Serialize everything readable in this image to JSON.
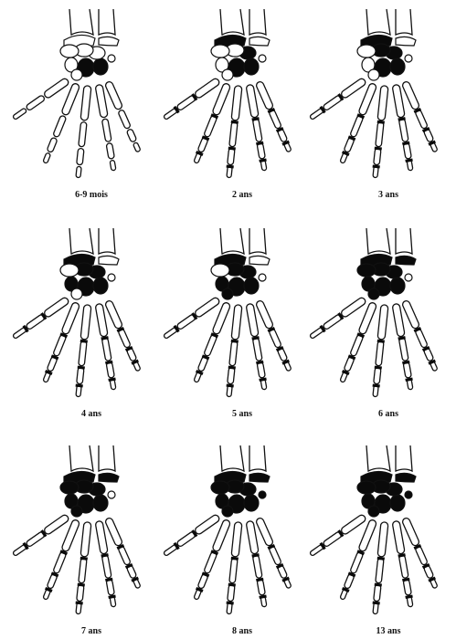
{
  "figure": {
    "panels": [
      {
        "label": "6-9 mois",
        "carpals_ossified": 2
      },
      {
        "label": "2 ans",
        "carpals_ossified": 3
      },
      {
        "label": "3 ans",
        "carpals_ossified": 4
      },
      {
        "label": "4 ans",
        "carpals_ossified": 5
      },
      {
        "label": "5 ans",
        "carpals_ossified": 6
      },
      {
        "label": "6 ans",
        "carpals_ossified": 7
      },
      {
        "label": "7 ans",
        "carpals_ossified": 7
      },
      {
        "label": "8 ans",
        "carpals_ossified": 8
      },
      {
        "label": "13 ans",
        "carpals_ossified": 8
      }
    ],
    "colors": {
      "ink": "#111111",
      "ossified": "#0a0a0a",
      "paper": "#ffffff"
    }
  }
}
